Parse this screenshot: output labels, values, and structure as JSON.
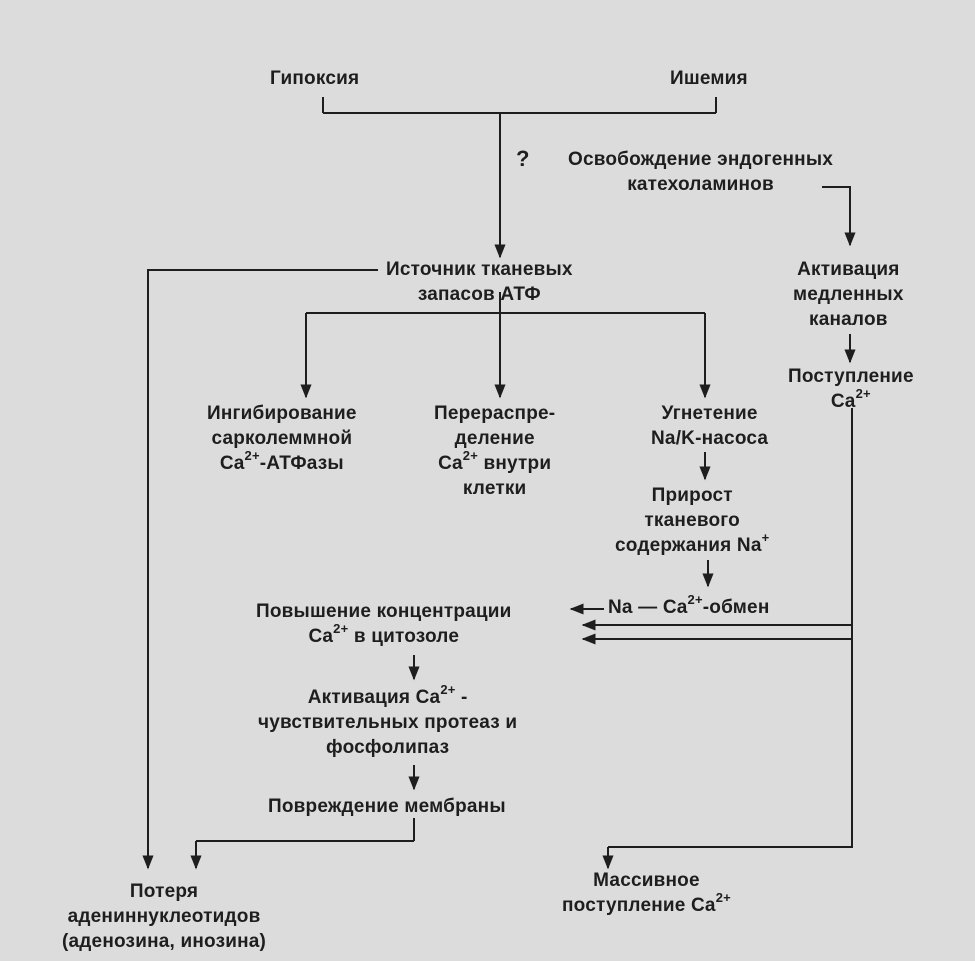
{
  "nodes": {
    "hypoxia": "Гипоксия",
    "ischemia": "Ишемия",
    "question": "?",
    "catecholamines": [
      "Освобождение эндогенных",
      "катехоламинов"
    ],
    "atp_source": [
      "Источник тканевых",
      "запасов АТФ"
    ],
    "slow_channels": [
      "Активация",
      "медленных",
      "каналов"
    ],
    "ca_entry": {
      "line1": "Поступление",
      "ca": "Ca",
      "sup": "2+"
    },
    "inhibition": {
      "line1": "Ингибирование",
      "line2": "сарколеммной",
      "ca": "Ca",
      "sup": "2+",
      "rest": "-АТФазы"
    },
    "redistribution": {
      "line1": "Перераспре-",
      "line2": "деление",
      "ca": "Ca",
      "sup": "2+",
      "rest": " внутри",
      "line4": "клетки"
    },
    "na_k_pump": [
      "Угнетение",
      "Na/K-насоса"
    ],
    "na_gain": {
      "line1": "Прирост",
      "line2": "тканевого",
      "line3": "содержания Na",
      "sup": "+"
    },
    "cytosol_ca": {
      "line1": "Повышение концентрации",
      "ca": "Ca",
      "sup": "2+",
      "rest": " в цитозоле"
    },
    "na_ca_exchange": {
      "pre": "Na — Ca",
      "sup": "2+",
      "rest": "-обмен"
    },
    "proteases": {
      "pre": "Активация Ca",
      "sup": "2+",
      "rest": " -",
      "line2": "чувствительных протеаз и",
      "line3": "фосфолипаз"
    },
    "membrane_damage": "Повреждение мембраны",
    "nucleotide_loss": [
      "Потеря",
      "адениннуклеотидов",
      "(аденозина, инозина)"
    ],
    "massive_ca": {
      "line1": "Массивное",
      "pre": "поступление Ca",
      "sup": "2+"
    }
  }
}
